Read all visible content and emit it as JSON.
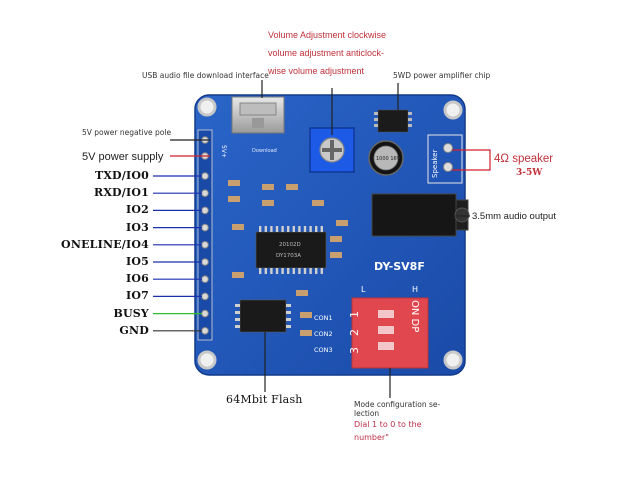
{
  "annotations": {
    "volume_lines": [
      "Volume Adjustment clockwise",
      "volume adjustment anticlock-",
      "wise volume adjustment"
    ],
    "usb": "USB audio file download interface",
    "amp": "5WD power amplifier chip",
    "neg": "5V power negative pole",
    "supply": "5V power supply",
    "speaker": "4Ω speaker",
    "speaker_power": "3-5W",
    "audio_out": "3.5mm audio output",
    "flash": "64Mbit Flash",
    "mode_lines": [
      "Mode configuration se-",
      "lection"
    ],
    "dial_lines": [
      "Dial 1 to 0 to the",
      "number\""
    ]
  },
  "pins": [
    "TXD/IO0",
    "RXD/IO1",
    "IO2",
    "IO3",
    "ONELINE/IO4",
    "IO5",
    "IO6",
    "IO7",
    "BUSY",
    "GND"
  ],
  "board": {
    "model": "DY-SV8F",
    "silk_vplus": "5V+",
    "silk_download": "Download",
    "silk_speaker": "Speaker",
    "cap_text": "1000 16V",
    "chip_top": "20102D",
    "chip_bottom": "DY1703A",
    "con_labels": [
      "CON1",
      "CON2",
      "CON3"
    ],
    "dip_L": "L",
    "dip_H": "H",
    "dip_on": "ON DP",
    "dip_nums": [
      "1",
      "2",
      "3"
    ]
  },
  "colors": {
    "board": "#1f57b8",
    "pin_line": "#1a2fb0",
    "supply_line": "#d0212a",
    "busy_line": "#2dbd2d",
    "gnd_line": "#333333",
    "dip": "#e0474e"
  }
}
